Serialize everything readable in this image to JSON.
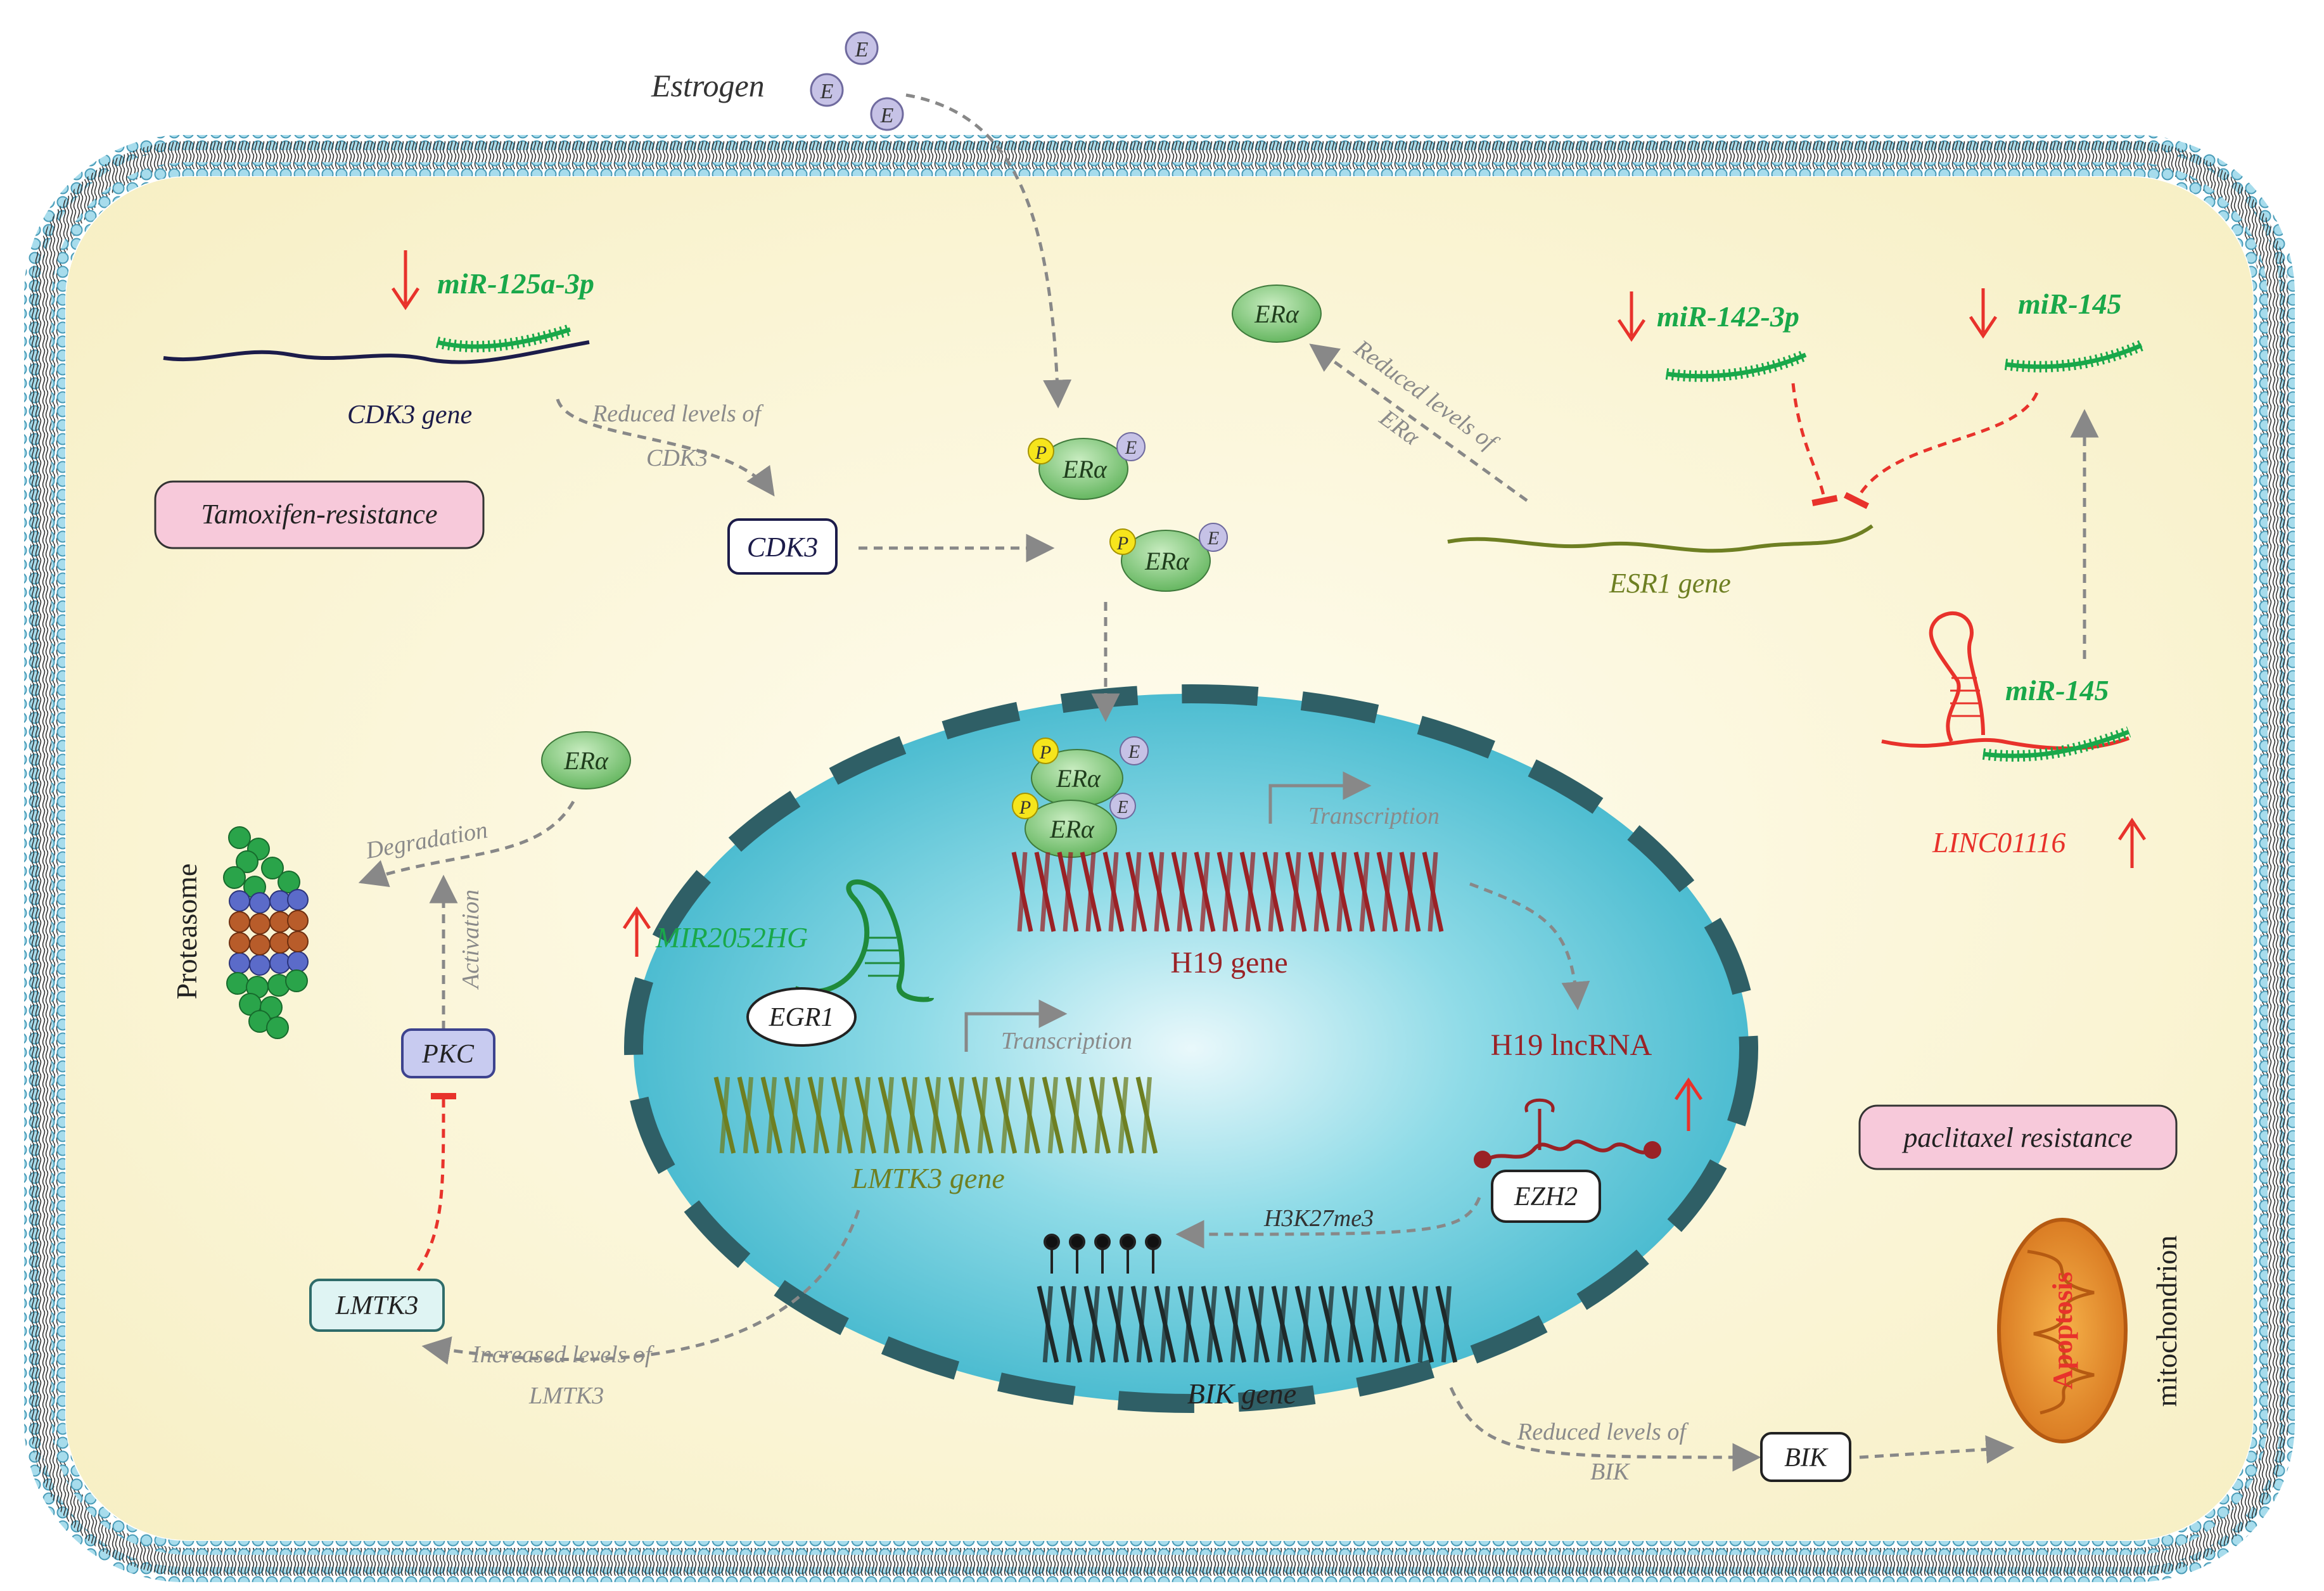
{
  "colors": {
    "membrane_head": "#8fd3e6",
    "membrane_tail": "#3a3a3a",
    "cytoplasm": "#fbf5d6",
    "nucleus": "#5ec6d8",
    "nuclear_envelope": "#2f5f66",
    "arrow_gray": "#888888",
    "up_down_arrow": "#e8322b",
    "mirna_green": "#19a84a",
    "protein_green": "#7fc97a",
    "h19_red": "#9a2226",
    "lincrna_red": "#e8322b",
    "esr1_olive": "#6e7f22",
    "box_pink": "#f7c9da"
  },
  "extracellular": {
    "estrogen_label": "Estrogen",
    "ligand_symbol": "E"
  },
  "mirnas": {
    "mir125": "miR-125a-3p",
    "mir142": "miR-142-3p",
    "mir145_top": "miR-145",
    "mir145_lower": "miR-145"
  },
  "genes": {
    "cdk3_gene": "CDK3 gene",
    "esr1_gene": "ESR1 gene",
    "h19_gene": "H19 gene",
    "lmtk3_gene": "LMTK3 gene",
    "bik_gene": "BIK gene"
  },
  "proteins": {
    "era": "ERα",
    "phospho": "P",
    "cdk3": "CDK3",
    "pkc": "PKC",
    "lmtk3": "LMTK3",
    "egr1": "EGR1",
    "ezh2": "EZH2",
    "bik": "BIK"
  },
  "rnas": {
    "mir2052hg": "MIR2052HG",
    "linc01116": "LINC01116",
    "h19_lncrna": "H19 lncRNA"
  },
  "annotations": {
    "reduced_cdk3": [
      "Reduced levels of",
      "CDK3"
    ],
    "reduced_era": [
      "Reduced levels of",
      "ERα"
    ],
    "transcription_h19": "Transcription",
    "transcription_lmtk3": "Transcription",
    "degradation": "Degradation",
    "activation": "Activation",
    "h3k27me3": "H3K27me3",
    "increased_lmtk3": [
      "Increased levels of",
      "LMTK3"
    ],
    "reduced_bik": [
      "Reduced levels of",
      "BIK"
    ]
  },
  "phenotypes": {
    "tamoxifen": "Tamoxifen-resistance",
    "paclitaxel": "paclitaxel resistance",
    "apoptosis": "Apoptosis"
  },
  "organelles": {
    "proteasome": "Proteasome",
    "mitochondrion": "mitochondrion"
  }
}
